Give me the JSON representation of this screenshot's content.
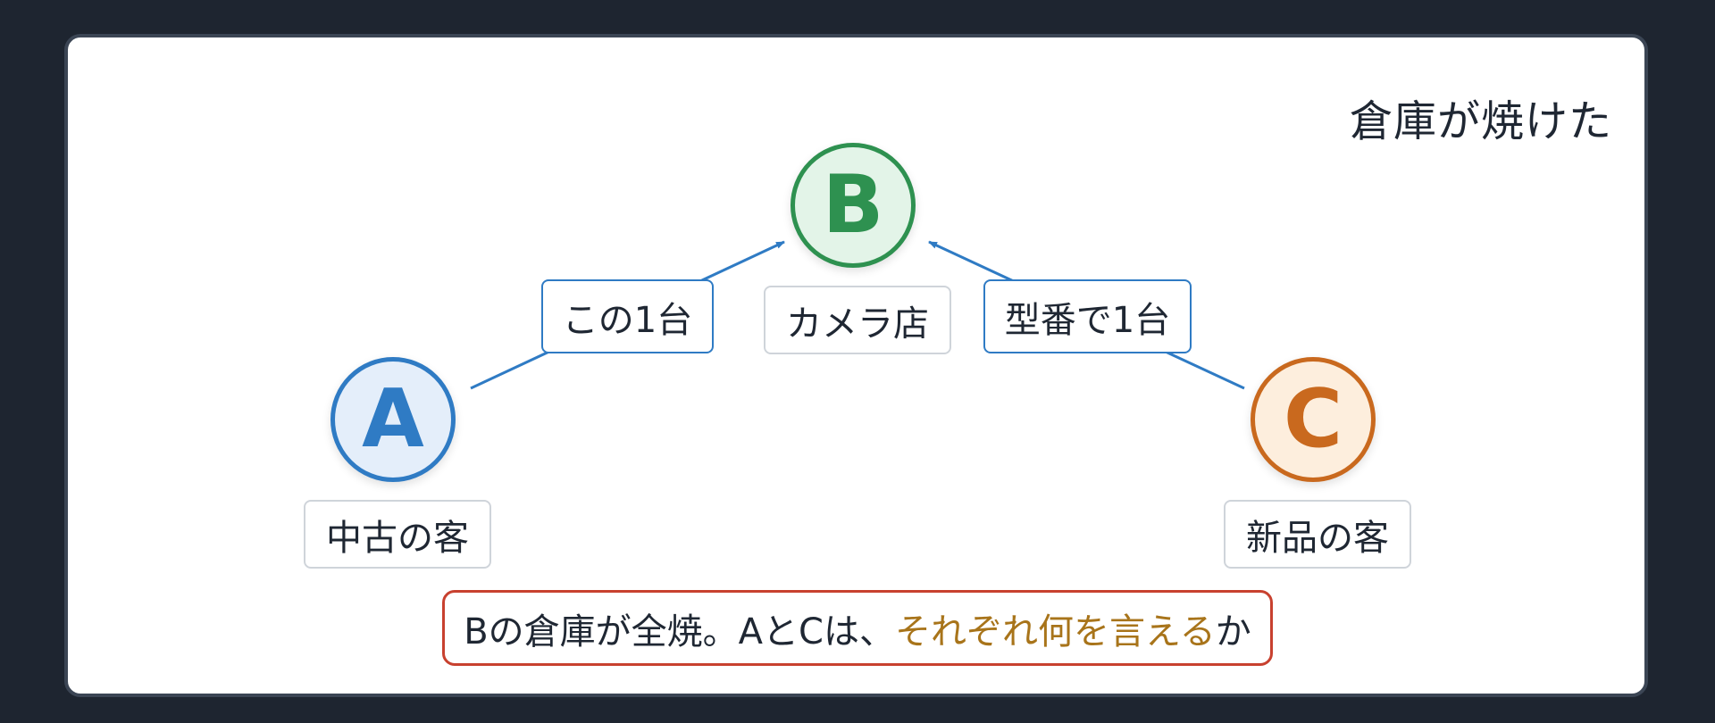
{
  "title": "倉庫が焼けた",
  "nodes": {
    "a": {
      "letter": "A",
      "label": "中古の客"
    },
    "b": {
      "letter": "B",
      "label": "カメラ店"
    },
    "c": {
      "letter": "C",
      "label": "新品の客"
    }
  },
  "edges": {
    "a_to_b": "この1台",
    "c_to_b": "型番で1台"
  },
  "caption": {
    "prefix": "Bの倉庫が全焼。AとCは、",
    "highlight": "それぞれ何を言える",
    "suffix": "か"
  },
  "colors": {
    "background": "#1e2530",
    "node_a": "#2f7bc4",
    "node_b": "#2e9150",
    "node_c": "#c9691e",
    "caption_border": "#c8412f",
    "highlight": "#a8741a"
  }
}
